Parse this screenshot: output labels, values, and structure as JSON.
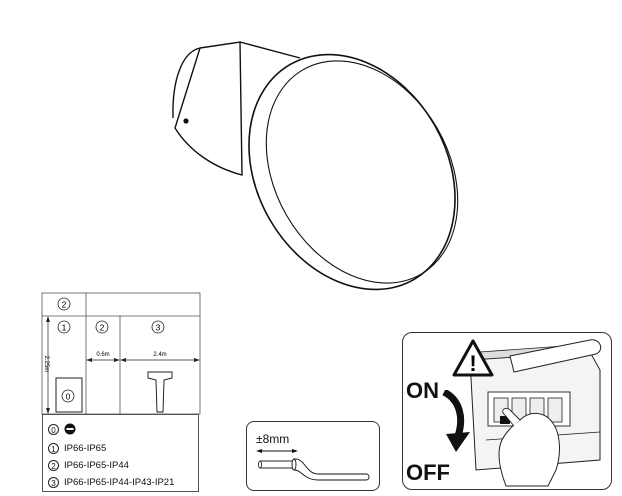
{
  "zone_diagram": {
    "zone_top": "2",
    "zone_1": "1",
    "zone_2": "2",
    "zone_3": "3",
    "zone_0": "0",
    "height_label": "2.25m",
    "width_label_1": "0.6m",
    "width_label_2": "2.4m"
  },
  "legend": {
    "row0_num": "0",
    "row1_num": "1",
    "row1_text": "IP66-IP65",
    "row2_num": "2",
    "row2_text": "IP66-IP65-IP44",
    "row3_num": "3",
    "row3_text": "IP66-IP65-IP44-IP43-IP21"
  },
  "wire_strip": {
    "label": "±8mm"
  },
  "power_switch": {
    "on_label": "ON",
    "off_label": "OFF",
    "warning_symbol": "!"
  },
  "icons": [
    "no-entry-icon",
    "warning-triangle-icon",
    "rotate-arrow-icon"
  ]
}
